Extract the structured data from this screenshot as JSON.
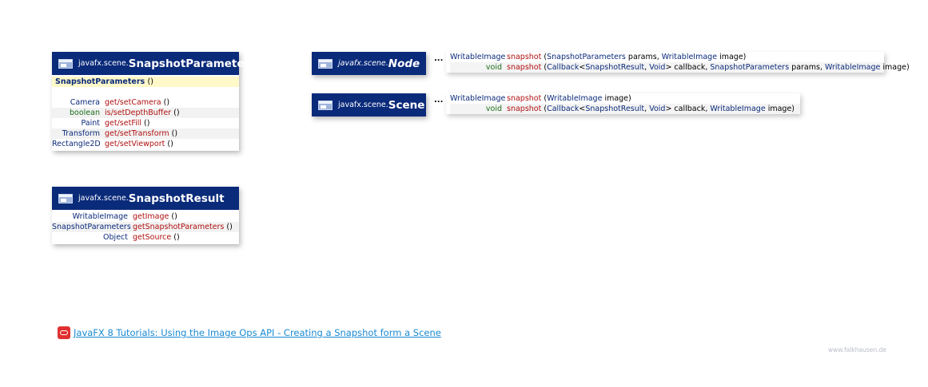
{
  "snapshot_parameters": {
    "package": "javafx.scene.",
    "name": "SnapshotParameters",
    "constructor": {
      "name": "SnapshotParameters",
      "args": "()"
    },
    "members": [
      {
        "type": "Camera",
        "method": "get/setCamera",
        "args": "()"
      },
      {
        "type": "boolean",
        "method": "is/setDepthBuffer",
        "args": "()"
      },
      {
        "type": "Paint",
        "method": "get/setFill",
        "args": "()"
      },
      {
        "type": "Transform",
        "method": "get/setTransform",
        "args": "()"
      },
      {
        "type": "Rectangle2D",
        "method": "get/setViewport",
        "args": "()"
      }
    ]
  },
  "snapshot_result": {
    "package": "javafx.scene.",
    "name": "SnapshotResult",
    "members": [
      {
        "type": "WritableImage",
        "method": "getImage",
        "args": "()"
      },
      {
        "type": "SnapshotParameters",
        "method": "getSnapshotParameters",
        "args": "()"
      },
      {
        "type": "Object",
        "method": "getSource",
        "args": "()"
      }
    ]
  },
  "node": {
    "package": "javafx.scene.",
    "name": "Node",
    "dots": "...",
    "methods": [
      {
        "ret": "WritableImage",
        "name": "snapshot",
        "p1_open": "(",
        "p1_type": "SnapshotParameters",
        "p1_name": " params, ",
        "p2_type": "WritableImage",
        "p2_name": " image)"
      },
      {
        "ret": "void",
        "name": "snapshot",
        "p1_open": "(",
        "p1_type": "Callback",
        "lt": "<",
        "g1": "SnapshotResult",
        "comma": ", ",
        "g2": "Void",
        "gt": "> callback, ",
        "p2_type": "SnapshotParameters",
        "p2_name": " params, ",
        "p3_type": "WritableImage",
        "p3_name": " image)"
      }
    ]
  },
  "scene": {
    "package": "javafx.scene.",
    "name": "Scene",
    "dots": "...",
    "methods": [
      {
        "ret": "WritableImage",
        "name": "snapshot",
        "p1_open": "(",
        "p1_type": "WritableImage",
        "p1_name": " image)"
      },
      {
        "ret": "void",
        "name": "snapshot",
        "p1_open": "(",
        "p1_type": "Callback",
        "lt": "<",
        "g1": "SnapshotResult",
        "comma": ", ",
        "g2": "Void",
        "gt": "> callback, ",
        "p2_type": "WritableImage",
        "p2_name": " image)"
      }
    ]
  },
  "link": {
    "text": "JavaFX 8 Tutorials: Using the Image Ops API - Creating a Snapshot form a Scene",
    "icon": "oracle-icon"
  },
  "footer": "www.falkhausen.de",
  "colors": {
    "header": "#0a2a7a",
    "method": "#b01010",
    "type": "#0a2a7a",
    "primitive": "#1a6e1a",
    "link": "#1a8ad0"
  }
}
